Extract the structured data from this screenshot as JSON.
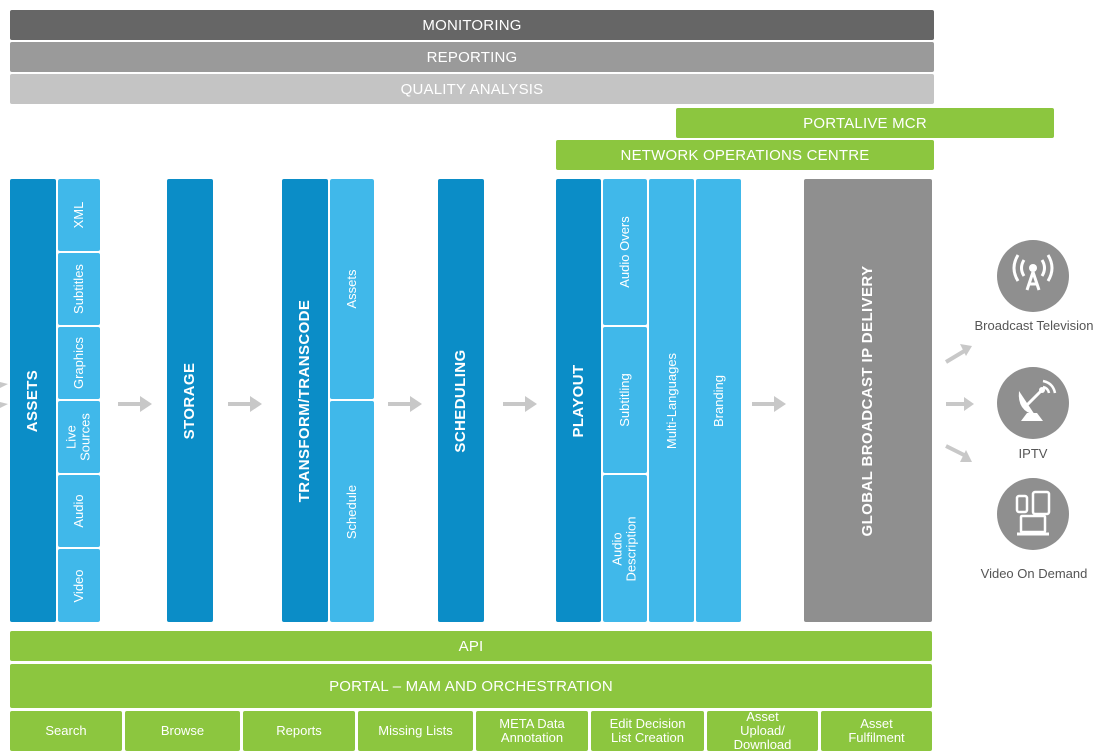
{
  "top_bars": {
    "monitoring": "MONITORING",
    "reporting": "REPORTING",
    "quality": "QUALITY ANALYSIS",
    "portalive": "PORTALIVE MCR",
    "noc": "NETWORK OPERATIONS CENTRE"
  },
  "assets": {
    "title": "ASSETS",
    "items": [
      "XML",
      "Subtitles",
      "Graphics",
      "Live Sources",
      "Audio",
      "Video"
    ]
  },
  "storage": {
    "title": "STORAGE"
  },
  "transform": {
    "title": "TRANSFORM/TRANSCODE",
    "items": [
      "Assets",
      "Schedule"
    ]
  },
  "scheduling": {
    "title": "SCHEDULING"
  },
  "playout": {
    "title": "PLAYOUT",
    "items": [
      "Audio Overs",
      "Subtitling",
      "Audio Description"
    ],
    "multi": "Multi-Languages",
    "branding": "Branding"
  },
  "delivery": {
    "title": "GLOBAL BROADCAST IP DELIVERY"
  },
  "outputs": {
    "broadcast": "Broadcast Television",
    "iptv": "IPTV",
    "vod": "Video On Demand"
  },
  "bottom": {
    "api": "API",
    "portal": "PORTAL – MAM AND ORCHESTRATION",
    "functions": [
      "Search",
      "Browse",
      "Reports",
      "Missing Lists",
      "META Data Annotation",
      "Edit Decision List Creation",
      "Asset Upload/ Download",
      "Asset Fulfilment"
    ]
  },
  "colors": {
    "dark_blue": "#0b8dc7",
    "light_blue": "#40b8ea",
    "green": "#8cc63f",
    "grey_dark": "#666666",
    "grey_mid": "#9a9a9a",
    "grey_light": "#c4c4c4",
    "delivery_grey": "#8f8f8f"
  },
  "icons": [
    "broadcast-tower-icon",
    "satellite-dish-icon",
    "devices-icon",
    "arrow-right-icon"
  ]
}
